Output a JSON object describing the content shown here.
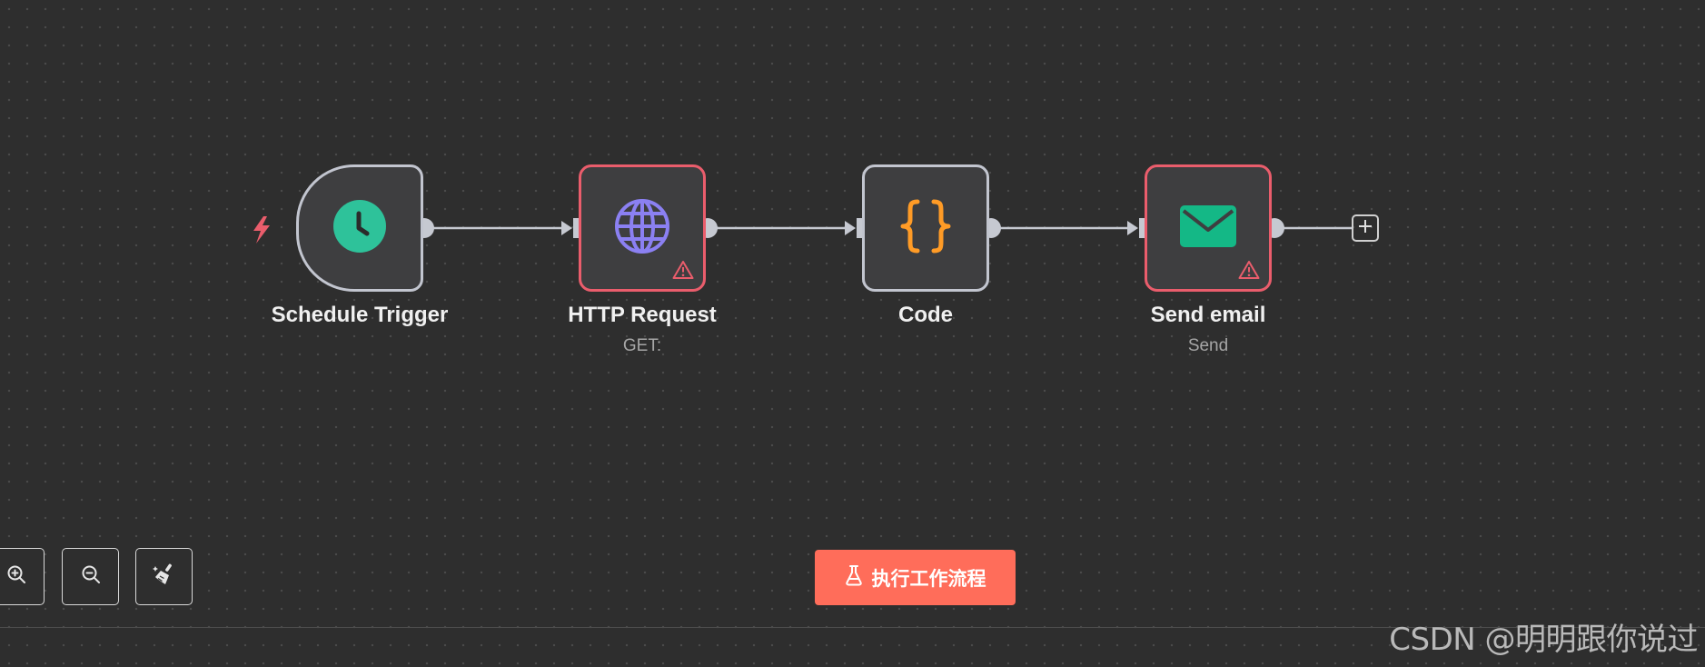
{
  "nodes": [
    {
      "label": "Schedule Trigger",
      "subtitle": "",
      "icon": "clock-icon"
    },
    {
      "label": "HTTP Request",
      "subtitle": "GET:",
      "icon": "globe-icon",
      "status": "warning"
    },
    {
      "label": "Code",
      "subtitle": "",
      "icon": "code-braces-icon"
    },
    {
      "label": "Send email",
      "subtitle": "Send",
      "icon": "envelope-icon",
      "status": "warning"
    }
  ],
  "toolbar": {
    "execute_label": "执行工作流程",
    "zoom_in_icon": "zoom-in-icon",
    "zoom_out_icon": "zoom-out-icon",
    "tidy_icon": "broom-icon"
  },
  "watermark": "CSDN @明明跟你说过",
  "colors": {
    "canvas": "#2e2e2e",
    "node_border": "#c2c5cf",
    "error_border": "#ea5d6c",
    "trigger_icon": "#2ec29a",
    "globe_icon": "#8b80f2",
    "code_icon": "#ff9b26",
    "email_icon": "#14b886",
    "execute_button": "#ff6d5a"
  }
}
